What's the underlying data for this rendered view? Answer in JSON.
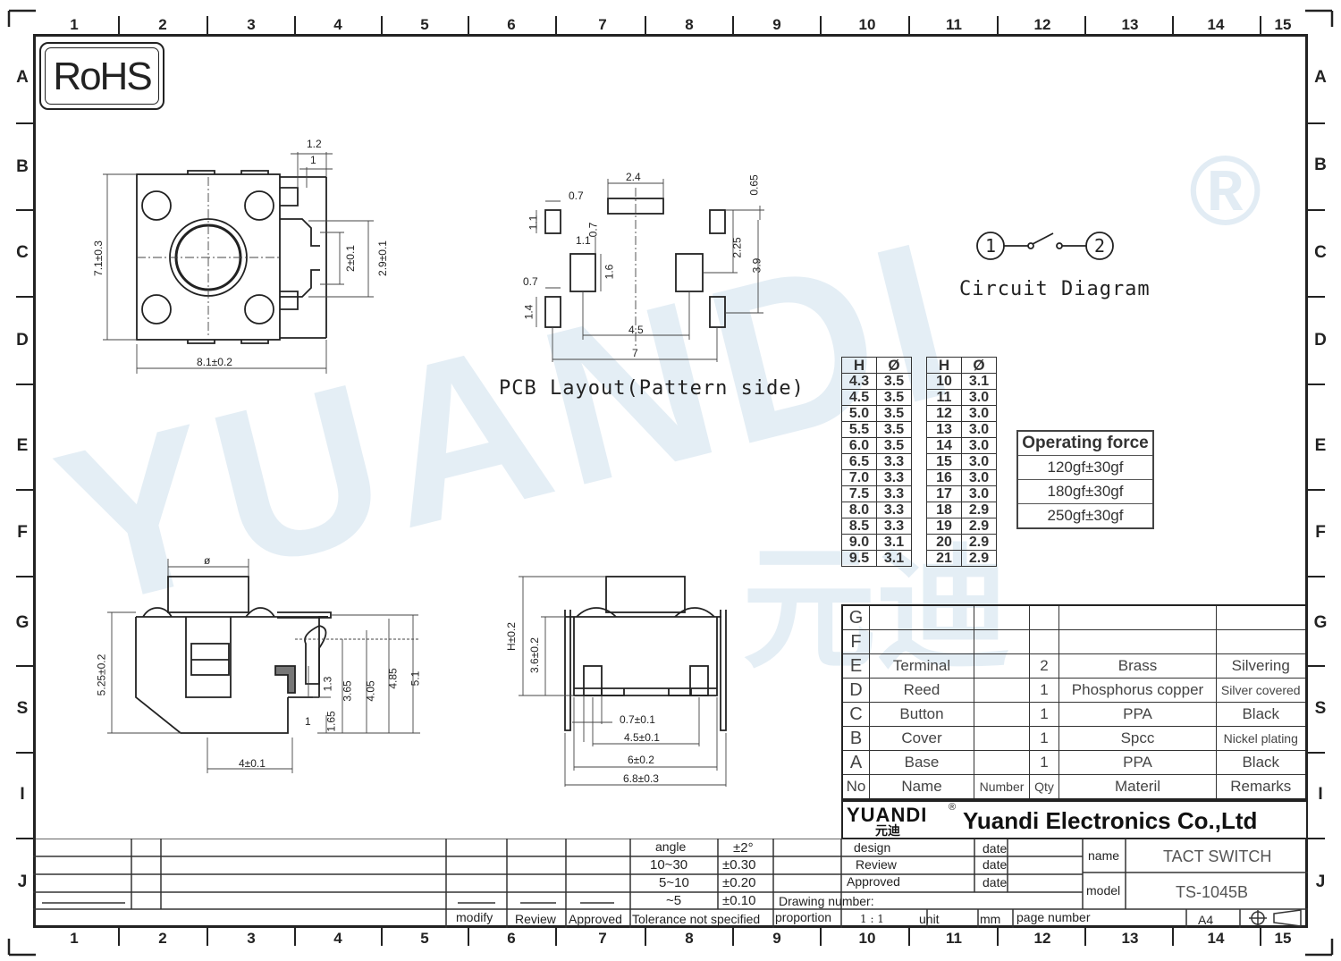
{
  "columns": [
    "1",
    "2",
    "3",
    "4",
    "5",
    "6",
    "7",
    "8",
    "9",
    "10",
    "11",
    "12",
    "13",
    "14",
    "15"
  ],
  "rows": [
    "A",
    "B",
    "C",
    "D",
    "E",
    "F",
    "G",
    "S",
    "I",
    "J"
  ],
  "rohs_label": "RoHS",
  "watermark": {
    "text": "YUANDI",
    "registered": "®",
    "cn": "元迪"
  },
  "top_view_dims": {
    "d1": "1.2",
    "d2": "1",
    "d3": "7.1±0.3",
    "d4": "2±0.1",
    "d5": "2.9±0.1",
    "d6": "8.1±0.2"
  },
  "pcb_dims": {
    "d1": "2.4",
    "d2": "0.7",
    "d3": "0.65",
    "d4": "1.1",
    "d5": "0.7",
    "d6": "1.1",
    "d7": "1.6",
    "d8": "2.25",
    "d9": "3.9",
    "d10": "0.7",
    "d11": "1.4",
    "d12": "4.5",
    "d13": "7"
  },
  "pcb_caption": "PCB Layout(Pattern side)",
  "circuit": {
    "pin1": "1",
    "pin2": "2",
    "caption": "Circuit Diagram"
  },
  "side_view_dims": {
    "phi": "ø",
    "d1": "5.25±0.2",
    "d2": "1.3",
    "d3": "3.65",
    "d4": "4.05",
    "d5": "4.85",
    "d6": "5.1",
    "d7": "1",
    "d8": "1.65",
    "d9": "4±0.1"
  },
  "front_view_dims": {
    "d1": "H±0.2",
    "d2": "3.6±0.2",
    "d3": "0.7±0.1",
    "d4": "4.5±0.1",
    "d5": "6±0.2",
    "d6": "6.8±0.3"
  },
  "height_table": {
    "headers": [
      "H",
      "Ø",
      "H",
      "Ø"
    ],
    "rows": [
      [
        "4.3",
        "3.5",
        "10",
        "3.1"
      ],
      [
        "4.5",
        "3.5",
        "11",
        "3.0"
      ],
      [
        "5.0",
        "3.5",
        "12",
        "3.0"
      ],
      [
        "5.5",
        "3.5",
        "13",
        "3.0"
      ],
      [
        "6.0",
        "3.5",
        "14",
        "3.0"
      ],
      [
        "6.5",
        "3.3",
        "15",
        "3.0"
      ],
      [
        "7.0",
        "3.3",
        "16",
        "3.0"
      ],
      [
        "7.5",
        "3.3",
        "17",
        "3.0"
      ],
      [
        "8.0",
        "3.3",
        "18",
        "2.9"
      ],
      [
        "8.5",
        "3.3",
        "19",
        "2.9"
      ],
      [
        "9.0",
        "3.1",
        "20",
        "2.9"
      ],
      [
        "9.5",
        "3.1",
        "21",
        "2.9"
      ]
    ]
  },
  "operating_force": {
    "title": "Operating force",
    "values": [
      "120gf±30gf",
      "180gf±30gf",
      "250gf±30gf"
    ]
  },
  "bom": {
    "rows": [
      {
        "no": "G",
        "name": "",
        "qty": "",
        "material": "",
        "remarks": ""
      },
      {
        "no": "F",
        "name": "",
        "qty": "",
        "material": "",
        "remarks": ""
      },
      {
        "no": "E",
        "name": "Terminal",
        "qty": "2",
        "material": "Brass",
        "remarks": "Silvering"
      },
      {
        "no": "D",
        "name": "Reed",
        "qty": "1",
        "material": "Phosphorus copper",
        "remarks": "Silver covered"
      },
      {
        "no": "C",
        "name": "Button",
        "qty": "1",
        "material": "PPA",
        "remarks": "Black"
      },
      {
        "no": "B",
        "name": "Cover",
        "qty": "1",
        "material": "Spcc",
        "remarks": "Nickel plating"
      },
      {
        "no": "A",
        "name": "Base",
        "qty": "1",
        "material": "PPA",
        "remarks": "Black"
      }
    ],
    "header": {
      "no": "No",
      "name": "Name",
      "number": "Number",
      "qty": "Qty",
      "material": "Materil",
      "remarks": "Remarks"
    }
  },
  "company": {
    "logo": "YUANDI",
    "logo_cn": "元迪",
    "reg": "®",
    "name": "Yuandi Electronics Co.,Ltd"
  },
  "tolerance": {
    "angle_label": "angle",
    "angle_val": "±2°",
    "r1": "10~30",
    "v1": "±0.30",
    "r2": "5~10",
    "v2": "±0.20",
    "r3": "~5",
    "v3": "±0.10",
    "footer": "Tolerance not specified"
  },
  "signoff": {
    "modify": "modify",
    "review": "Review",
    "approved": "Approved"
  },
  "approvals": {
    "design": "design",
    "review": "Review",
    "approved": "Approved",
    "date": "date"
  },
  "drawing": {
    "number_label": "Drawing number:",
    "proportion": "proportion",
    "scale": "1 : 1",
    "unit": "unit",
    "mm": "mm",
    "page_number": "page number",
    "size": "A4"
  },
  "part": {
    "name_label": "name",
    "name": "TACT SWITCH",
    "model_label": "model",
    "model": "TS-1045B"
  }
}
